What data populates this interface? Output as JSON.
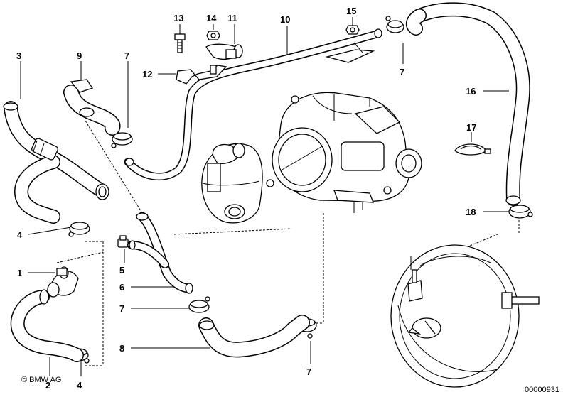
{
  "diagram": {
    "title": "BMW coolant hoses, throttle body and brake booster parts diagram",
    "labels": [
      {
        "id": "1",
        "text": "1"
      },
      {
        "id": "2",
        "text": "2"
      },
      {
        "id": "3",
        "text": "3"
      },
      {
        "id": "4a",
        "text": "4"
      },
      {
        "id": "4b",
        "text": "4"
      },
      {
        "id": "5",
        "text": "5"
      },
      {
        "id": "6",
        "text": "6"
      },
      {
        "id": "7a",
        "text": "7"
      },
      {
        "id": "7b",
        "text": "7"
      },
      {
        "id": "7c",
        "text": "7"
      },
      {
        "id": "7d",
        "text": "7"
      },
      {
        "id": "8",
        "text": "8"
      },
      {
        "id": "9",
        "text": "9"
      },
      {
        "id": "10",
        "text": "10"
      },
      {
        "id": "11",
        "text": "11"
      },
      {
        "id": "12",
        "text": "12"
      },
      {
        "id": "13",
        "text": "13"
      },
      {
        "id": "14",
        "text": "14"
      },
      {
        "id": "15",
        "text": "15"
      },
      {
        "id": "16",
        "text": "16"
      },
      {
        "id": "17",
        "text": "17"
      },
      {
        "id": "18",
        "text": "18"
      }
    ],
    "copyright": "© BMW AG",
    "image_number": "00000931"
  }
}
